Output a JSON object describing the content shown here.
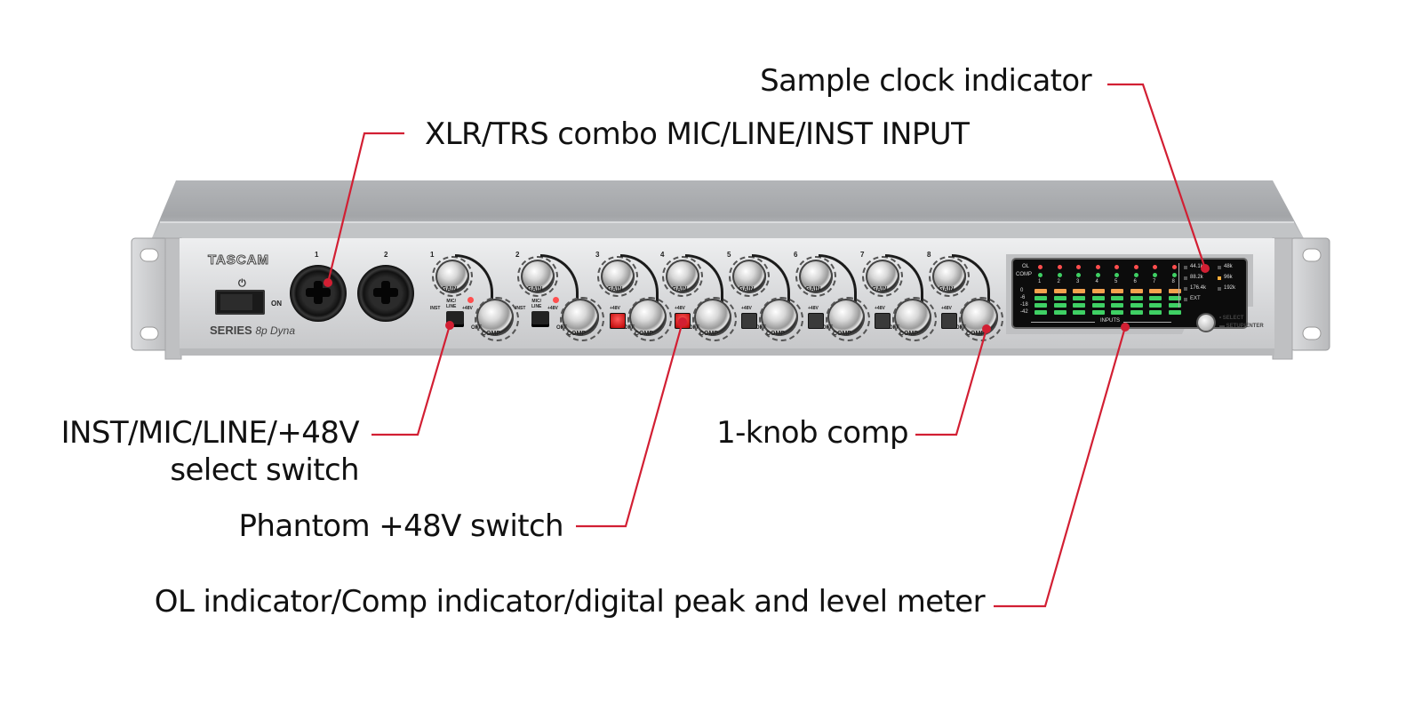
{
  "callouts": {
    "sample_clock": "Sample clock indicator",
    "xlr_input": "XLR/TRS combo MIC/LINE/INST INPUT",
    "select_switch_line1": "INST/MIC/LINE/+48V",
    "select_switch_line2": "select switch",
    "phantom": "Phantom +48V switch",
    "comp": "1-knob comp",
    "meter": "OL indicator/Comp indicator/digital peak and level meter"
  },
  "colors": {
    "leader_line": "#d21f33",
    "panel": "#d9dadc",
    "meter_green": "#3fd064",
    "meter_orange": "#f4a24e",
    "ol_red": "#ff4e4e",
    "clock_active": "#ffae3a"
  },
  "device": {
    "brand": "TASCAM",
    "model_series": "SERIES",
    "model_suffix": "8p Dyna",
    "power_symbol": "⏻",
    "power_on_label": "ON",
    "xlr_numbers": [
      "1",
      "2"
    ],
    "channels": [
      {
        "number": "1",
        "gain_label": "GAIN",
        "comp_label": "COMP",
        "off_label": "OFF",
        "switch_type": "select",
        "phantom_on": true
      },
      {
        "number": "2",
        "gain_label": "GAIN",
        "comp_label": "COMP",
        "off_label": "OFF",
        "switch_type": "select",
        "phantom_on": true
      },
      {
        "number": "3",
        "gain_label": "GAIN",
        "comp_label": "COMP",
        "off_label": "OFF",
        "switch_type": "phantom",
        "phantom_on": true
      },
      {
        "number": "4",
        "gain_label": "GAIN",
        "comp_label": "COMP",
        "off_label": "OFF",
        "switch_type": "phantom",
        "phantom_on": true
      },
      {
        "number": "5",
        "gain_label": "GAIN",
        "comp_label": "COMP",
        "off_label": "OFF",
        "switch_type": "phantom",
        "phantom_on": false
      },
      {
        "number": "6",
        "gain_label": "GAIN",
        "comp_label": "COMP",
        "off_label": "OFF",
        "switch_type": "phantom",
        "phantom_on": false
      },
      {
        "number": "7",
        "gain_label": "GAIN",
        "comp_label": "COMP",
        "off_label": "OFF",
        "switch_type": "phantom",
        "phantom_on": false
      },
      {
        "number": "8",
        "gain_label": "GAIN",
        "comp_label": "COMP",
        "off_label": "OFF",
        "switch_type": "phantom",
        "phantom_on": false
      }
    ],
    "select_switch_labels": {
      "inst": "INST",
      "mic_line": "MIC/\nLINE",
      "phantom": "+48V"
    },
    "phantom_label": "+48V",
    "meter": {
      "row_labels": {
        "ol": "OL",
        "comp": "COMP"
      },
      "scale": [
        "0",
        "-6",
        "-18",
        "-42"
      ],
      "channel_numbers": [
        "1",
        "2",
        "3",
        "4",
        "5",
        "6",
        "7",
        "8"
      ],
      "footer": "INPUTS"
    },
    "sample_rates": [
      {
        "label": "44.1k",
        "active": false
      },
      {
        "label": "48k",
        "active": false
      },
      {
        "label": "88.2k",
        "active": false
      },
      {
        "label": "96k",
        "active": true
      },
      {
        "label": "176.4k",
        "active": false
      },
      {
        "label": "192k",
        "active": false
      },
      {
        "label": "EXT",
        "active": false
      }
    ],
    "encoder_labels": {
      "select": "SELECT",
      "setup_enter": "SETUP/ENTER"
    }
  }
}
